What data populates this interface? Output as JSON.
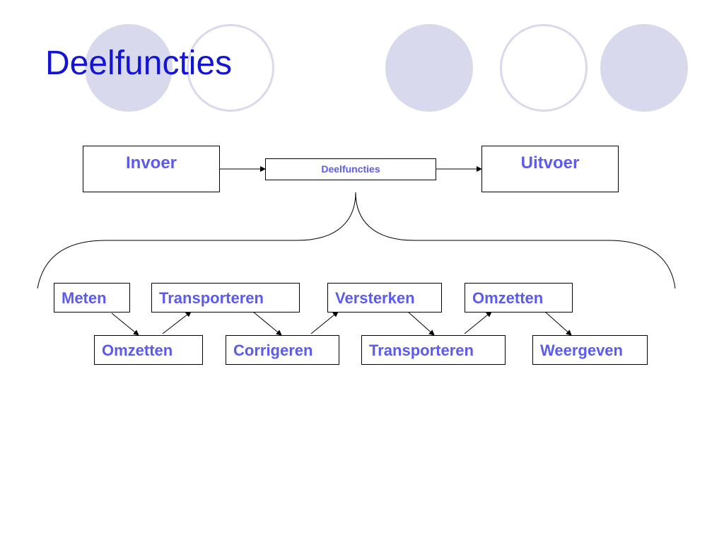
{
  "slide": {
    "title": "Deelfuncties"
  },
  "flow": {
    "input": "Invoer",
    "process": "Deelfuncties",
    "output": "Uitvoer"
  },
  "chain": {
    "top": [
      "Meten",
      "Transporteren",
      "Versterken",
      "Omzetten"
    ],
    "bottom": [
      "Omzetten",
      "Corrigeren",
      "Transporteren",
      "Weergeven"
    ]
  },
  "colors": {
    "title": "#1414d4",
    "label": "#5b5bf0",
    "decoration": "#d9d9ee"
  }
}
